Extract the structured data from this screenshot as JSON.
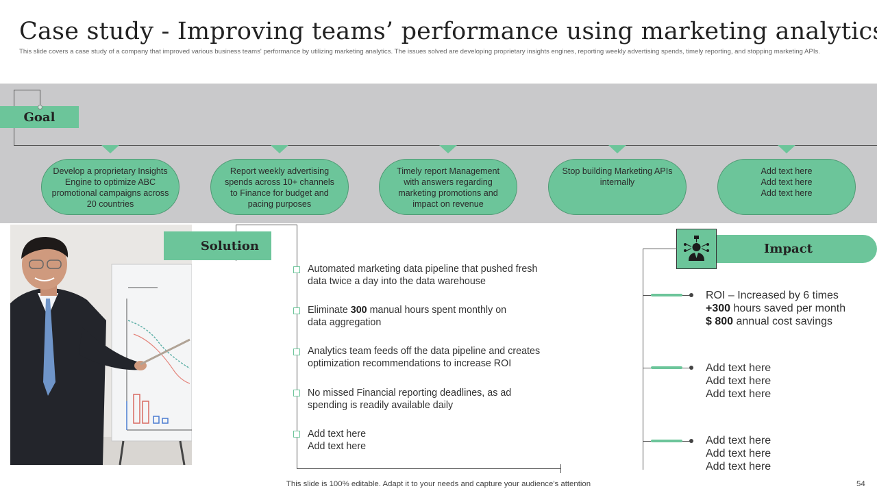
{
  "title": "Case study - Improving teams’ performance using marketing analytics",
  "subtitle": "This slide covers a case study of a company that improved various business teams' performance by utilizing marketing analytics. The issues solved are developing proprietary insights engines, reporting weekly advertising spends, timely reporting, and stopping marketing APIs.",
  "goal": {
    "label": "Goal",
    "items": [
      "Develop a proprietary Insights Engine to optimize ABC promotional campaigns across 20 countries",
      "Report weekly advertising spends across 10+ channels to Finance for budget and pacing purposes",
      "Timely report Management with answers regarding marketing promotions and impact on revenue",
      "Stop building Marketing APIs internally",
      "Add text here\nAdd text here\nAdd text here"
    ]
  },
  "solution": {
    "label": "Solution",
    "items": [
      {
        "pre": "Automated marketing data pipeline that pushed fresh data twice a day into the data warehouse",
        "bold": "",
        "post": ""
      },
      {
        "pre": "Eliminate ",
        "bold": "300",
        "post": " manual hours spent monthly on data aggregation"
      },
      {
        "pre": "Analytics team feeds off the data pipeline and creates optimization recommendations to increase ROI",
        "bold": "",
        "post": ""
      },
      {
        "pre": "No missed Financial reporting deadlines, as ad spending is readily available daily",
        "bold": "",
        "post": ""
      },
      {
        "pre": "Add text here\nAdd text here",
        "bold": "",
        "post": ""
      }
    ]
  },
  "impact": {
    "label": "Impact",
    "icon": "manager-network-icon",
    "block1": {
      "line1": "ROI – Increased by 6 times",
      "line2_bold": "+300",
      "line2_rest": " hours  saved per month",
      "line3_bold": "$ 800",
      "line3_rest": " annual cost savings"
    },
    "block2": [
      "Add text here",
      "Add text here",
      "Add text here"
    ],
    "block3": [
      "Add text here",
      "Add text here",
      "Add text here"
    ]
  },
  "photo": {
    "icon": "presenter-photo"
  },
  "footer": "This slide is 100% editable. Adapt it to your needs and capture your audience's attention",
  "page_number": "54",
  "colors": {
    "accent": "#6cc59a",
    "band": "#c9c9cb",
    "line": "#555555"
  }
}
